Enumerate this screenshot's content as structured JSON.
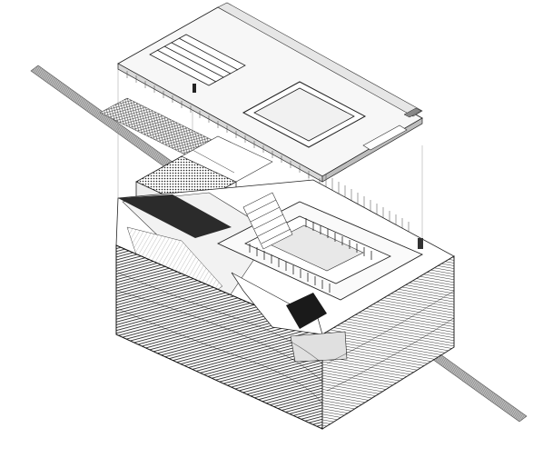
{
  "drawing": {
    "kind": "exploded axonometric architectural drawing",
    "layers": [
      "roof-slab",
      "upper-enclosure",
      "courtyard-structure",
      "terrain-block"
    ],
    "colors": {
      "ink": "#1a1a1a",
      "line": "#333333",
      "fill_light": "#f4f4f4",
      "fill_mid": "#d8d8d8",
      "fill_dark": "#2b2b2b",
      "paper": "#ffffff"
    }
  }
}
